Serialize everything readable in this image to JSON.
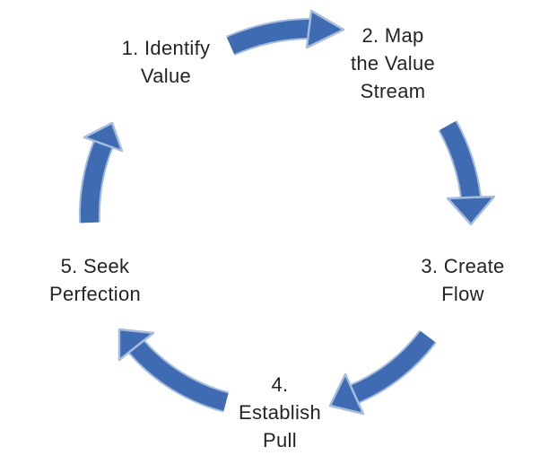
{
  "diagram": {
    "type": "cycle",
    "background_color": "#ffffff",
    "text_color": "#242424",
    "arrow_color": "#3E6BB1",
    "arrow_edge_color": "#A5BCDD",
    "steps": [
      {
        "number": 1,
        "label": "1. Identify Value",
        "lines": [
          "1. Identify",
          "Value"
        ]
      },
      {
        "number": 2,
        "label": "2. Map the Value Stream",
        "lines": [
          "2. Map",
          "the Value",
          "Stream"
        ]
      },
      {
        "number": 3,
        "label": "3. Create Flow",
        "lines": [
          "3. Create",
          "Flow"
        ]
      },
      {
        "number": 4,
        "label": "4. Establish Pull",
        "lines": [
          "4.",
          "Establish",
          "Pull"
        ]
      },
      {
        "number": 5,
        "label": "5. Seek Perfection",
        "lines": [
          "5. Seek",
          "Perfection"
        ]
      }
    ],
    "arrows": [
      {
        "from": 1,
        "to": 2
      },
      {
        "from": 2,
        "to": 3
      },
      {
        "from": 3,
        "to": 4
      },
      {
        "from": 4,
        "to": 5
      },
      {
        "from": 5,
        "to": 1
      }
    ]
  }
}
